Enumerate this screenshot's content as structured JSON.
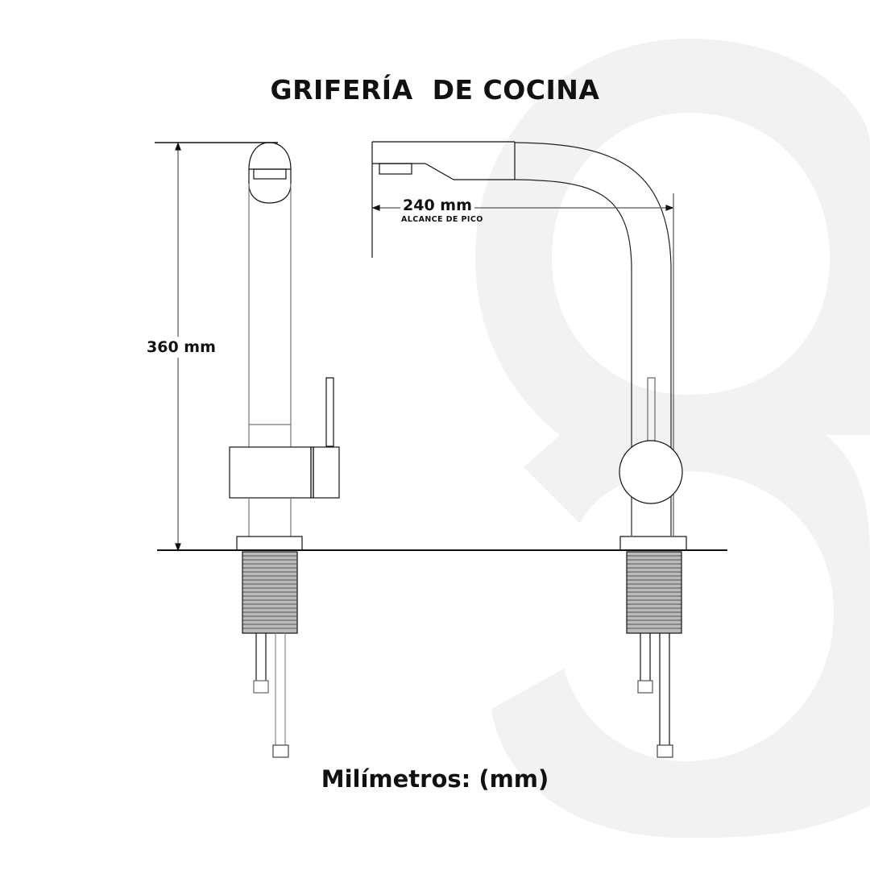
{
  "title": "GRIFERÍA  DE COCINA",
  "footer": "Milímetros: (mm)",
  "dimensions": {
    "height": {
      "value": "360 mm"
    },
    "reach": {
      "value": "240 mm",
      "label": "ALCANCE DE PICO"
    }
  },
  "views": [
    {
      "name": "front-view",
      "description": "Front view of kitchen faucet with side lever"
    },
    {
      "name": "side-view",
      "description": "Side view of kitchen faucet with curved spout"
    }
  ],
  "colors": {
    "line": "#111111",
    "watermark": "#f2f2f2",
    "thread": "#888888"
  },
  "watermark": {
    "glyph": "8"
  }
}
